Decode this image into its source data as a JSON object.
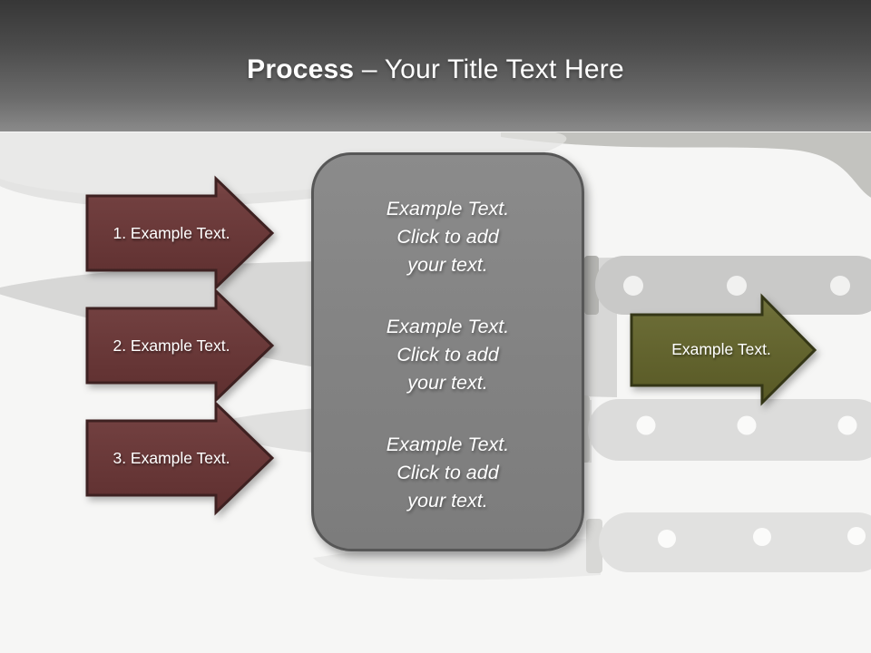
{
  "title": {
    "bold": "Process",
    "rest": "– Your Title Text Here"
  },
  "steps": [
    {
      "label": "1. Example Text."
    },
    {
      "label": "2. Example Text."
    },
    {
      "label": "3. Example Text."
    }
  ],
  "output_arrow": {
    "label": "Example Text."
  },
  "content_box": {
    "paragraphs": [
      "Example Text.\nClick  to add\nyour text.",
      "Example Text.\nClick  to add\nyour text.",
      "Example Text.\nClick  to add\nyour text."
    ]
  },
  "colors": {
    "header_top": "#373737",
    "header_bottom": "#8a8a8a",
    "step_arrow_fill": "#6b3939",
    "step_arrow_border": "#3e2121",
    "output_arrow_fill": "#666731",
    "output_arrow_border": "#343616",
    "content_box_fill": "#828282",
    "content_box_border": "#575757",
    "text": "#ffffff",
    "background": "#f6f6f5"
  },
  "background_image": "faded kitchen knives photo"
}
